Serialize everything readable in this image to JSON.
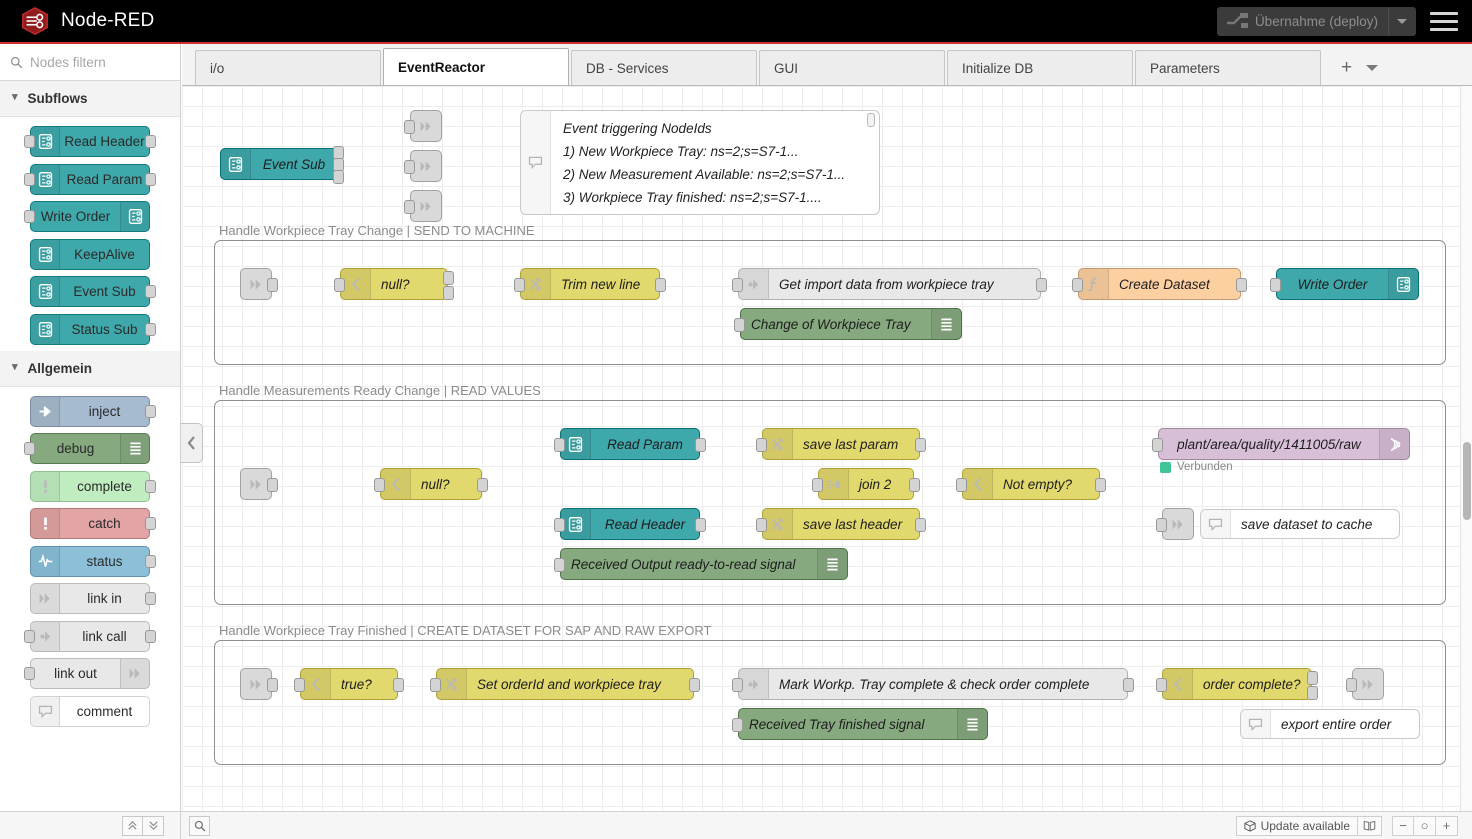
{
  "header": {
    "brand": "Node-RED",
    "logo_icon": "node-red-hex-logo-icon",
    "deploy_label": "Übernahme (deploy)",
    "deploy_icon": "deploy-icon",
    "deploy_caret_icon": "chevron-down-icon",
    "menu_icon": "hamburger-menu-icon",
    "accent_color": "#cf3030",
    "bar_color": "#000000"
  },
  "palette": {
    "search_placeholder": "Nodes filtern",
    "search_icon": "search-icon",
    "categories": [
      {
        "name": "Subflows",
        "chevron": "chevron-down-icon",
        "nodes": [
          {
            "label": "Read Header",
            "icon": "subflow-icon",
            "icon_side": "left",
            "color": "#3fa8ab",
            "ports_in": true,
            "ports_out": true
          },
          {
            "label": "Read Param",
            "icon": "subflow-icon",
            "icon_side": "left",
            "color": "#3fa8ab",
            "ports_in": true,
            "ports_out": true
          },
          {
            "label": "Write Order",
            "icon": "subflow-icon",
            "icon_side": "right",
            "color": "#3fa8ab",
            "ports_in": true,
            "ports_out": false
          },
          {
            "label": "KeepAlive",
            "icon": "subflow-icon",
            "icon_side": "left",
            "color": "#3fa8ab",
            "ports_in": false,
            "ports_out": false
          },
          {
            "label": "Event Sub",
            "icon": "subflow-icon",
            "icon_side": "left",
            "color": "#3fa8ab",
            "ports_in": false,
            "ports_out": true
          },
          {
            "label": "Status Sub",
            "icon": "subflow-icon",
            "icon_side": "left",
            "color": "#3fa8ab",
            "ports_in": false,
            "ports_out": true
          }
        ]
      },
      {
        "name": "Allgemein",
        "chevron": "chevron-down-icon",
        "nodes": [
          {
            "label": "inject",
            "icon": "inject-arrow-icon",
            "icon_side": "left",
            "color": "#a6bbcf",
            "ports_in": false,
            "ports_out": true
          },
          {
            "label": "debug",
            "icon": "debug-lines-icon",
            "icon_side": "right",
            "color": "#87a980",
            "ports_in": true,
            "ports_out": false
          },
          {
            "label": "complete",
            "icon": "exclamation-icon",
            "icon_side": "left",
            "color": "#c0edc0",
            "ports_in": false,
            "ports_out": true
          },
          {
            "label": "catch",
            "icon": "exclamation-icon",
            "icon_side": "left",
            "color": "#e2a4a4",
            "ports_in": false,
            "ports_out": true
          },
          {
            "label": "status",
            "icon": "pulse-wave-icon",
            "icon_side": "left",
            "color": "#8bc0d8",
            "ports_in": false,
            "ports_out": true
          },
          {
            "label": "link in",
            "icon": "link-in-icon",
            "icon_side": "left",
            "color": "#e8e8e8",
            "ports_in": false,
            "ports_out": true
          },
          {
            "label": "link call",
            "icon": "link-call-icon",
            "icon_side": "left",
            "color": "#e8e8e8",
            "ports_in": true,
            "ports_out": true
          },
          {
            "label": "link out",
            "icon": "link-out-icon",
            "icon_side": "right",
            "color": "#e8e8e8",
            "ports_in": true,
            "ports_out": false
          },
          {
            "label": "comment",
            "icon": "comment-bubble-icon",
            "icon_side": "left",
            "color": "#ffffff",
            "ports_in": false,
            "ports_out": false
          }
        ]
      }
    ],
    "collapse_handle_icon": "chevron-left-icon"
  },
  "tabs": {
    "items": [
      {
        "label": "i/o",
        "active": false
      },
      {
        "label": "EventReactor",
        "active": true
      },
      {
        "label": "DB - Services",
        "active": false
      },
      {
        "label": "GUI",
        "active": false
      },
      {
        "label": "Initialize DB",
        "active": false
      },
      {
        "label": "Parameters",
        "active": false
      }
    ],
    "add_label": "+",
    "add_icon": "plus-icon",
    "menu_icon": "chevron-down-icon"
  },
  "canvas": {
    "top_flow": {
      "event_sub": {
        "label": "Event Sub",
        "icon": "subflow-icon",
        "color": "#3fa8ab"
      },
      "link_outs": [
        {
          "icon": "link-out-icon"
        },
        {
          "icon": "link-out-icon"
        },
        {
          "icon": "link-out-icon"
        }
      ],
      "comment": {
        "icon": "comment-bubble-icon",
        "pin_icon": "pin-icon",
        "lines": [
          "Event triggering NodeIds",
          "1) New Workpiece Tray: ns=2;s=S7-1...",
          "2) New Measurement Available: ns=2;s=S7-1...",
          "3) Workpiece Tray finished: ns=2;s=S7-1...."
        ]
      }
    },
    "groups": [
      {
        "title": "Handle Workpiece Tray Change | SEND TO MACHINE",
        "nodes": [
          {
            "label": "",
            "type": "link-in",
            "icon": "link-in-icon",
            "color": "#d9d9d9"
          },
          {
            "label": "null?",
            "type": "switch",
            "icon": "switch-icon",
            "color": "#e2d96e"
          },
          {
            "label": "Trim new line",
            "type": "change",
            "icon": "change-icon",
            "color": "#e2d96e"
          },
          {
            "label": "Get import data from workpiece tray",
            "type": "link-call",
            "icon": "link-call-icon",
            "color": "#e8e8e8"
          },
          {
            "label": "Change of Workpiece Tray",
            "type": "debug",
            "icon": "debug-lines-icon",
            "color": "#87a980"
          },
          {
            "label": "Create Dataset",
            "type": "function",
            "icon": "function-icon",
            "color": "#fdd0a2"
          },
          {
            "label": "Write Order",
            "type": "subflow",
            "icon": "subflow-icon",
            "color": "#3fa8ab"
          }
        ]
      },
      {
        "title": "Handle Measurements Ready Change | READ VALUES",
        "nodes": [
          {
            "label": "",
            "type": "link-in",
            "icon": "link-in-icon",
            "color": "#d9d9d9"
          },
          {
            "label": "null?",
            "type": "switch",
            "icon": "switch-icon",
            "color": "#e2d96e"
          },
          {
            "label": "Read Param",
            "type": "subflow",
            "icon": "subflow-icon",
            "color": "#3fa8ab"
          },
          {
            "label": "Read Header",
            "type": "subflow",
            "icon": "subflow-icon",
            "color": "#3fa8ab"
          },
          {
            "label": "save last param",
            "type": "change",
            "icon": "change-icon",
            "color": "#e2d96e"
          },
          {
            "label": "save last header",
            "type": "change",
            "icon": "change-icon",
            "color": "#e2d96e"
          },
          {
            "label": "join 2",
            "type": "join",
            "icon": "join-icon",
            "color": "#e2d96e"
          },
          {
            "label": "Not empty?",
            "type": "switch",
            "icon": "switch-icon",
            "color": "#e2d96e"
          },
          {
            "label": "Received Output ready-to-read signal",
            "type": "debug",
            "icon": "debug-lines-icon",
            "color": "#87a980"
          },
          {
            "label": "plant/area/quality/1411005/raw",
            "type": "mqtt-out",
            "icon": "mqtt-wave-icon",
            "color": "#d8bfd8",
            "status": "Verbunden",
            "status_color": "#3fc49a"
          },
          {
            "label": "save dataset to cache",
            "type": "comment",
            "icon": "comment-bubble-icon",
            "color": "#ffffff"
          }
        ]
      },
      {
        "title": "Handle Workpiece Tray Finished | CREATE DATASET FOR SAP AND RAW EXPORT",
        "nodes": [
          {
            "label": "",
            "type": "link-in",
            "icon": "link-in-icon",
            "color": "#d9d9d9"
          },
          {
            "label": "true?",
            "type": "switch",
            "icon": "switch-icon",
            "color": "#e2d96e"
          },
          {
            "label": "Set orderId and workpiece tray",
            "type": "change",
            "icon": "change-icon",
            "color": "#e2d96e"
          },
          {
            "label": "Mark Workp. Tray complete & check order complete",
            "type": "link-call",
            "icon": "link-call-icon",
            "color": "#e8e8e8"
          },
          {
            "label": "Received Tray finished signal",
            "type": "debug",
            "icon": "debug-lines-icon",
            "color": "#87a980"
          },
          {
            "label": "order complete?",
            "type": "switch",
            "icon": "switch-icon",
            "color": "#e2d96e"
          },
          {
            "label": "",
            "type": "link-out",
            "icon": "link-out-icon",
            "color": "#d9d9d9"
          },
          {
            "label": "export entire order",
            "type": "comment",
            "icon": "comment-bubble-icon",
            "color": "#ffffff"
          }
        ]
      }
    ]
  },
  "footer": {
    "collapse_up_icon": "chevrons-up-icon",
    "collapse_down_icon": "chevrons-down-icon",
    "search_icon": "search-icon",
    "update_label": "Update available",
    "update_icon": "cube-icon",
    "book_icon": "book-icon",
    "zoom_out_label": "−",
    "zoom_reset_label": "○",
    "zoom_in_label": "+"
  }
}
